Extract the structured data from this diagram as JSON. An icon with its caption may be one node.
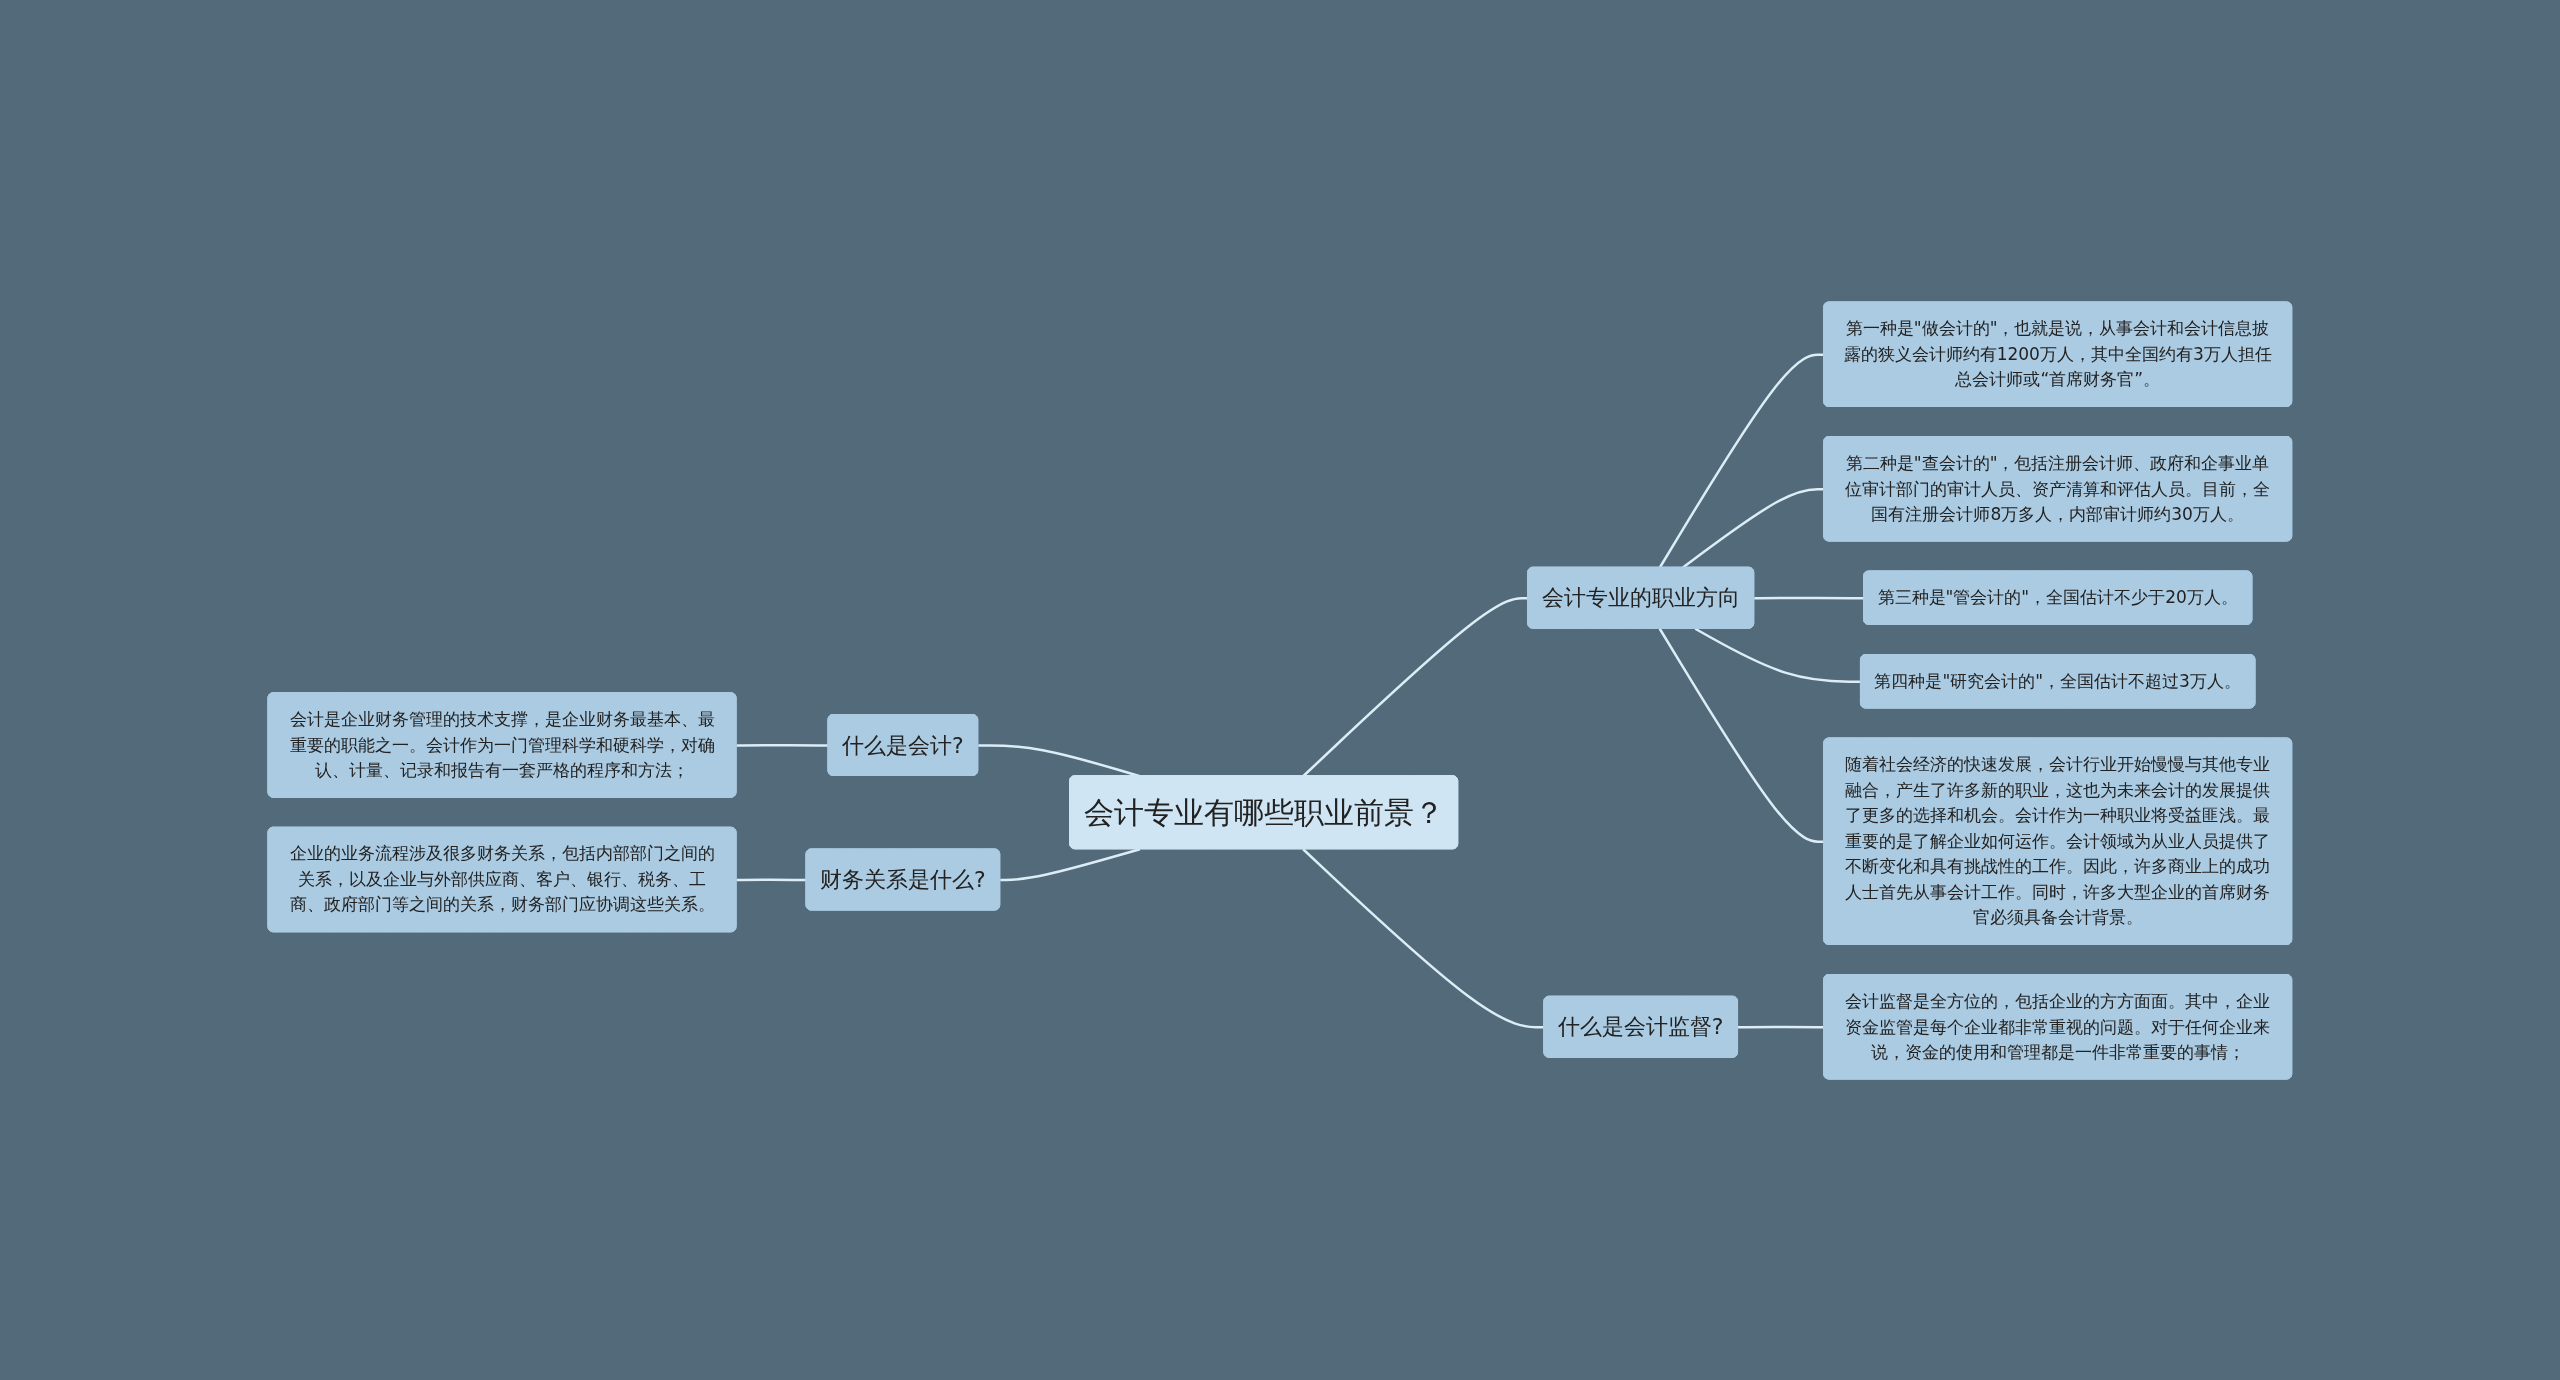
{
  "diagram": {
    "nodes": [
      {
        "text": [
          "会计专业有哪些职业前景？"
        ]
      },
      {
        "text": [
          "什么是会计?"
        ]
      },
      {
        "text": [
          "会计是企业财务管理的技术支撑，是企业财务最基本、最重要的职能之一。会计作为一门管理科学和硬科学，对确认、计量、记录和报告有一套严格的程序和方法；"
        ]
      },
      {
        "text": [
          "财务关系是什么?"
        ]
      },
      {
        "text": [
          "企业的业务流程涉及很多财务关系，包括内部部门之间的关系，以及企业与外部供应商、客户、银行、税务、工商、政府部门等之间的关系，财务部门应协调这些关系。"
        ]
      },
      {
        "text": [
          "会计专业的职业方向"
        ]
      },
      {
        "text": [
          "第一种是\"做会计的\"，也就是说，从事会计和会计信息披露的狭义会计师约有1200万人，其中全国约有3万人担任总会计师或“首席财务官”。"
        ]
      },
      {
        "text": [
          "第二种是\"查会计的\"，包括注册会计师、政府和企事业单位审计部门的审计人员、资产清算和评估人员。目前，全国有注册会计师8万多人，内部审计师约30万人。"
        ]
      },
      {
        "text": [
          "第三种是\"管会计的\"，全国估计不少于20万人。"
        ]
      },
      {
        "text": [
          "第四种是\"研究会计的\"，全国估计不超过3万人。"
        ]
      },
      {
        "text": [
          "随着社会经济的快速发展，会计行业开始慢慢与其他专业融合，产生了许多新的职业，这也为未来会计的发展提供了更多的选择和机会。会计作为一种职业将受益匪浅。最重要的是了解企业如何运作。会计领域为从业人员提供了不断变化和具有挑战性的工作。因此，许多商业上的成功人士首先从事会计工作。同时，许多大型企业的首席财务官必须具备会计背景。"
        ]
      },
      {
        "text": [
          "什么是会计监督?"
        ]
      },
      {
        "text": [
          "会计监督是全方位的，包括企业的方方面面。其中，企业资金监管是每个企业都非常重视的问题。对于任何企业来说，资金的使用和管理都是一件非常重要的事情；"
        ]
      }
    ],
    "edges": [
      {
        "from": 1,
        "to": 0,
        "arrow": "none"
      },
      {
        "from": 2,
        "to": 1,
        "arrow": "none"
      },
      {
        "from": 3,
        "to": 0,
        "arrow": "none"
      },
      {
        "from": 4,
        "to": 3,
        "arrow": "none"
      },
      {
        "from": 0,
        "to": 5,
        "arrow": "none"
      },
      {
        "from": 5,
        "to": 6,
        "arrow": "none"
      },
      {
        "from": 5,
        "to": 7,
        "arrow": "none"
      },
      {
        "from": 5,
        "to": 8,
        "arrow": "none"
      },
      {
        "from": 5,
        "to": 9,
        "arrow": "none"
      },
      {
        "from": 5,
        "to": 10,
        "arrow": "none"
      },
      {
        "from": 0,
        "to": 11,
        "arrow": "none"
      },
      {
        "from": 11,
        "to": 12,
        "arrow": "none"
      }
    ]
  }
}
